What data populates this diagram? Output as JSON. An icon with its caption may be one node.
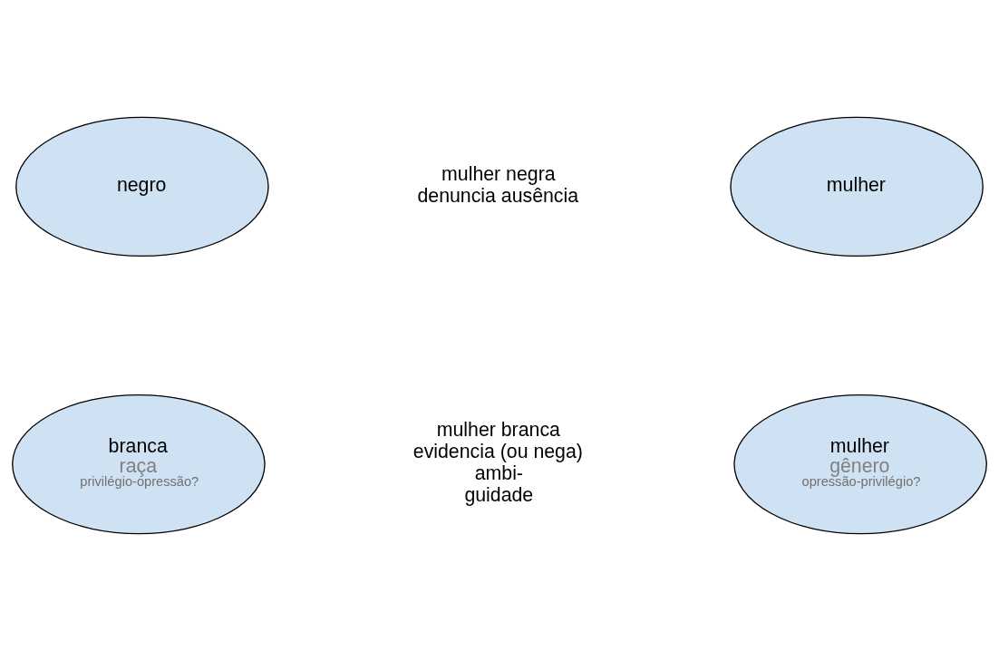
{
  "diagram": {
    "nodes": [
      {
        "text": [
          "negro"
        ]
      },
      {
        "text": [
          "mulher"
        ]
      },
      {
        "text": [
          "branca",
          "raça",
          "privilégio-opressão?"
        ]
      },
      {
        "text": [
          "mulher",
          "gênero",
          "opressão-privilégio?"
        ]
      }
    ],
    "labels": [
      "mulher negra denuncia ausência",
      "mulher branca evidencia (ou nega) ambi- guidade"
    ]
  }
}
